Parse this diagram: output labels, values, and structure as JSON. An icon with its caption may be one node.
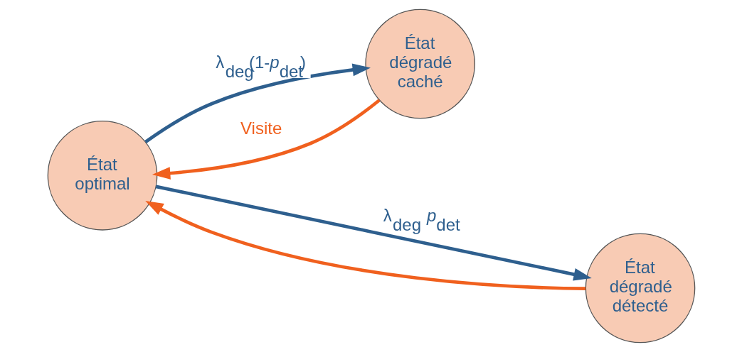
{
  "diagram": {
    "nodes": [
      {
        "text": [
          "État optimal"
        ]
      },
      {
        "text": [
          "État dégradé caché"
        ]
      },
      {
        "text": [
          "État dégradé détecté"
        ]
      }
    ],
    "edges": [
      {
        "from": 0,
        "to": 2,
        "arrow": "to",
        "label": "λ$_{deg}$ *p*$_{det}$"
      },
      {
        "from": 0,
        "to": 1,
        "arrow": "to",
        "label": "λ$_{deg}$(1-*p*$_{det}$)"
      },
      {
        "from": 1,
        "to": 0,
        "arrow": "to",
        "label": "Visite",
        "color": "#f0601e"
      },
      {
        "from": 2,
        "to": 0,
        "arrow": "to",
        "color": "#f0601e"
      }
    ]
  }
}
